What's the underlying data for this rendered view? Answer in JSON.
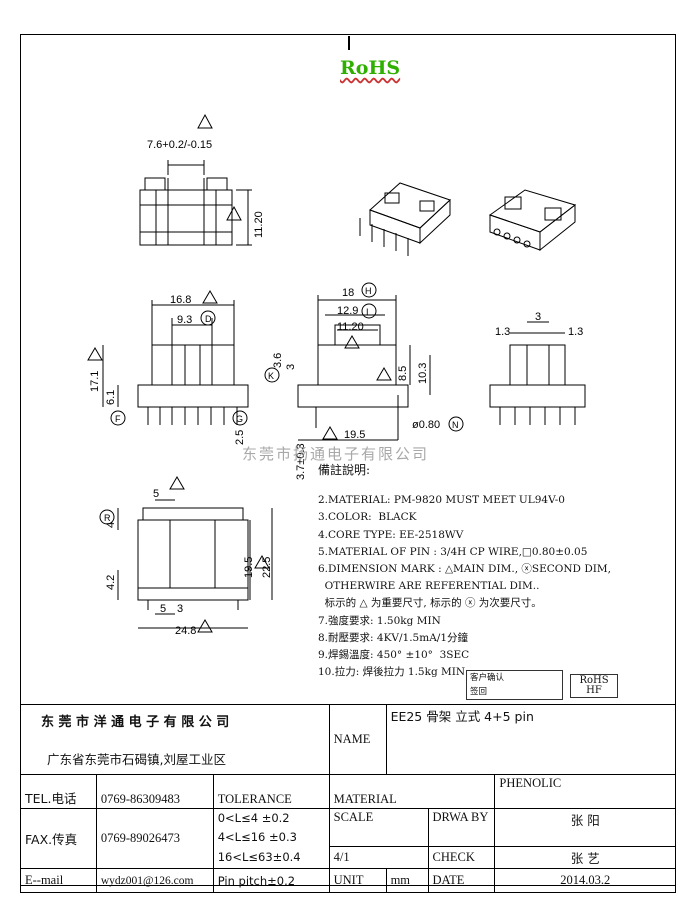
{
  "header": {
    "rohs": "RoHS"
  },
  "dims": {
    "top_width": "7.6+0.2/-0.15",
    "top_height": "11.20",
    "front_width": "16.8",
    "front_inner": "9.3",
    "front_inner_code": "D",
    "front_height": "17.1",
    "front_pin_h": "6.1",
    "front_code_f": "F",
    "front_code_g": "G",
    "front_pin_len": "2.5",
    "side_total": "18",
    "side_total_code": "H",
    "side_mid": "12.9",
    "side_mid_code": "I",
    "side_inner": "11.20",
    "side_h1": "3.6",
    "side_h1_code": "K",
    "side_h2": "3",
    "side_h3": "8.5",
    "side_h4": "10.3",
    "side_pin_span": "19.5",
    "side_pin_dia": "ø0.80",
    "side_pin_dia_code": "N",
    "side_pin_h": "3.7±0.3",
    "right_left": "1.3",
    "right_mid": "3",
    "right_right": "1.3",
    "bot_top": "5",
    "bot_code_r": "R",
    "bot_h1": "4",
    "bot_h2": "4.2",
    "bot_h3": "19.5",
    "bot_h4": "22.5",
    "bot_w1": "5",
    "bot_w1b": "3",
    "bot_w2": "24.8"
  },
  "watermark": "东莞市扬通电子有限公司",
  "notes": {
    "title": "備註說明:",
    "lines": [
      "2.MATERIAL: PM-9820 MUST MEET UL94V-0",
      "3.COLOR:  BLACK",
      "4.CORE TYPE: EE-2518WV",
      "5.MATERIAL OF PIN : 3/4H CP WIRE,□0.80±0.05",
      "6.DIMENSION MARK : △MAIN DIM., ⓧSECOND DIM,",
      "  OTHERWIRE ARE REFERENTIAL DIM..",
      "  标示的 △ 为重要尺寸, 标示的 ⓧ 为次要尺寸。",
      "7.強度要求: 1.50kg MIN",
      "8.耐壓要求: 4KV/1.5mA/1分鐘",
      "9.焊錫溫度: 450° ±10°  3SEC",
      "10.拉力: 焊後拉力 1.5kg MIN"
    ]
  },
  "stamp": {
    "line1": "客户确认",
    "line2": "签回"
  },
  "rohs_hf": {
    "line1": "RoHS",
    "line2": "HF"
  },
  "title_block": {
    "company": "东 莞 市 洋 通 电 子 有 限 公 司",
    "address": "广东省东莞市石碣镇,刘屋工业区",
    "name_label": "NAME",
    "name_value": "EE25 骨架   立式   4+5 pin",
    "tel_label": "TEL.电话",
    "tel_value": "0769-86309483",
    "tolerance_label": "TOLERANCE",
    "material_label": "MATERIAL",
    "material_value": "PHENOLIC",
    "tol1": "0<L≤4   ±0.2",
    "tol2": "4<L≤16  ±0.3",
    "tol3": "16<L≤63±0.4",
    "tol4": "Pin pitch±0.2",
    "fax_label": "FAX.传真",
    "fax_value": "0769-89026473",
    "scale_label": "SCALE",
    "scale_value": "4/1",
    "drawn_label": "DRWA BY",
    "drawn_value": "张 阳",
    "check_label": "CHECK",
    "check_value": "张 艺",
    "email_label": "E--mail",
    "email_value": "wydz001@126.com",
    "unit_label": "UNIT",
    "unit_value": "mm",
    "date_label": "DATE",
    "date_value": "2014.03.2"
  }
}
